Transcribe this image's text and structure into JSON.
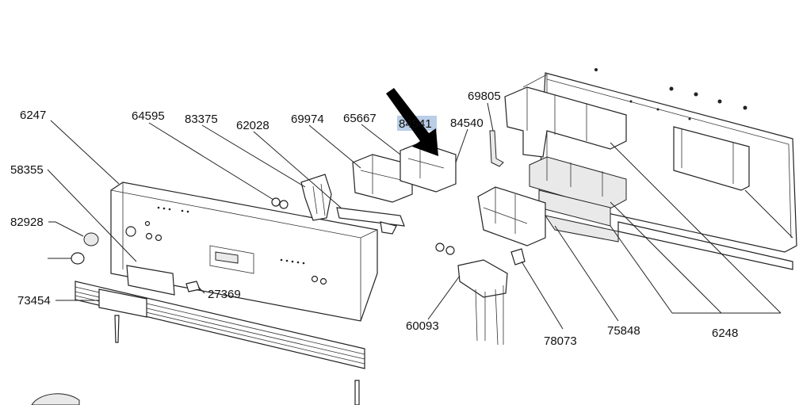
{
  "diagram": {
    "labels": {
      "p6247": "6247",
      "p58355": "58355",
      "p82928": "82928",
      "p73454": "73454",
      "p64595": "64595",
      "p83375": "83375",
      "p62028": "62028",
      "p69974": "69974",
      "p65667": "65667",
      "p84541": "84541",
      "p84540": "84540",
      "p69805": "69805",
      "p27369": "27369",
      "p60093": "60093",
      "p78073": "78073",
      "p75848": "75848",
      "p6248": "6248"
    },
    "highlight_color": "#b9cde6",
    "arrow_color": "#000000"
  }
}
